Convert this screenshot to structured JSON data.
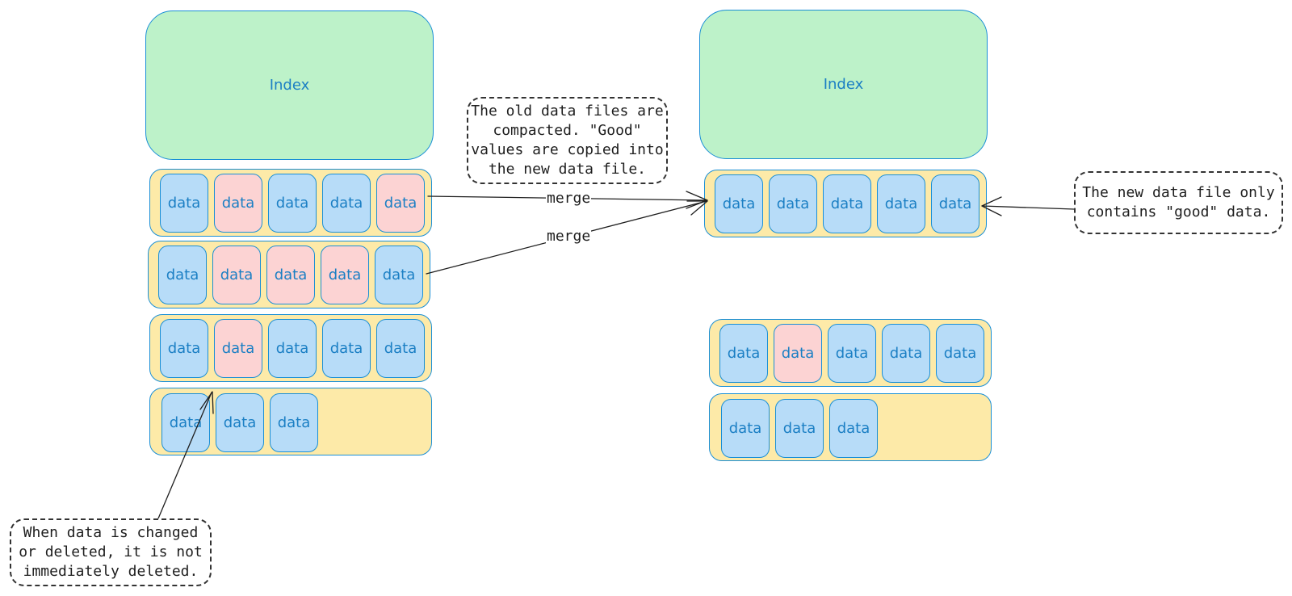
{
  "left": {
    "index_label": "Index",
    "rows": [
      {
        "cells": [
          {
            "label": "data",
            "state": "good"
          },
          {
            "label": "data",
            "state": "bad"
          },
          {
            "label": "data",
            "state": "good"
          },
          {
            "label": "data",
            "state": "good"
          },
          {
            "label": "data",
            "state": "bad"
          }
        ]
      },
      {
        "cells": [
          {
            "label": "data",
            "state": "good"
          },
          {
            "label": "data",
            "state": "bad"
          },
          {
            "label": "data",
            "state": "bad"
          },
          {
            "label": "data",
            "state": "bad"
          },
          {
            "label": "data",
            "state": "good"
          }
        ]
      },
      {
        "cells": [
          {
            "label": "data",
            "state": "good"
          },
          {
            "label": "data",
            "state": "bad"
          },
          {
            "label": "data",
            "state": "good"
          },
          {
            "label": "data",
            "state": "good"
          },
          {
            "label": "data",
            "state": "good"
          }
        ]
      },
      {
        "cells": [
          {
            "label": "data",
            "state": "good"
          },
          {
            "label": "data",
            "state": "good"
          },
          {
            "label": "data",
            "state": "good"
          }
        ]
      }
    ]
  },
  "right": {
    "index_label": "Index",
    "rows": [
      {
        "cells": [
          {
            "label": "data",
            "state": "good"
          },
          {
            "label": "data",
            "state": "good"
          },
          {
            "label": "data",
            "state": "good"
          },
          {
            "label": "data",
            "state": "good"
          },
          {
            "label": "data",
            "state": "good"
          }
        ]
      },
      {
        "cells": [
          {
            "label": "data",
            "state": "good"
          },
          {
            "label": "data",
            "state": "bad"
          },
          {
            "label": "data",
            "state": "good"
          },
          {
            "label": "data",
            "state": "good"
          },
          {
            "label": "data",
            "state": "good"
          }
        ]
      },
      {
        "cells": [
          {
            "label": "data",
            "state": "good"
          },
          {
            "label": "data",
            "state": "good"
          },
          {
            "label": "data",
            "state": "good"
          }
        ]
      }
    ]
  },
  "arrows": {
    "merge_label_1": "merge",
    "merge_label_2": "merge"
  },
  "notes": {
    "compaction": "The old data files are\ncompacted. \"Good\"\nvalues are copied into\nthe new data file.",
    "new_file": "The new data file only\ncontains \"good\" data.",
    "deletion": "When data is changed\nor deleted, it is not\nimmediately deleted."
  },
  "colors": {
    "index_fill": "#bdf2c9",
    "file_fill": "#fdeaa8",
    "good_cell": "#b7dcf8",
    "bad_cell": "#fcd3d3",
    "stroke": "#1a8fd6",
    "text_blue": "#1b7fc4"
  }
}
